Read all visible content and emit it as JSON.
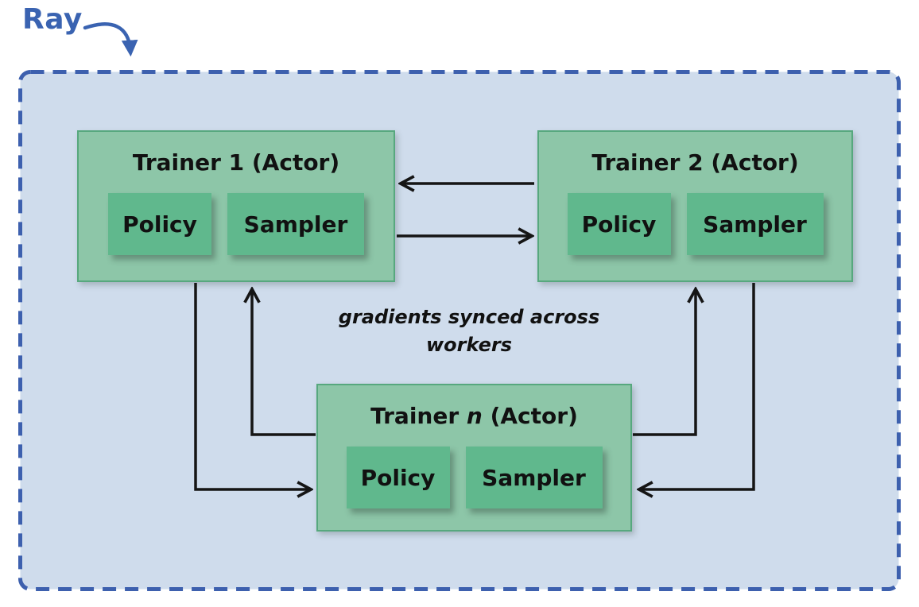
{
  "cluster": {
    "label": "Ray"
  },
  "annotation": {
    "lines": [
      "gradients synced across",
      "workers"
    ]
  },
  "trainers": [
    {
      "prefix": "Trainer ",
      "name": "1",
      "suffix": " (Actor)",
      "policy_label": "Policy",
      "sampler_label": "Sampler"
    },
    {
      "prefix": "Trainer ",
      "name": "2",
      "suffix": " (Actor)",
      "policy_label": "Policy",
      "sampler_label": "Sampler"
    },
    {
      "prefix": "Trainer ",
      "name": "n",
      "suffix": " (Actor)",
      "policy_label": "Policy",
      "sampler_label": "Sampler"
    }
  ],
  "colors": {
    "panel_fill": "#cfdcec",
    "panel_border": "#3d60ae",
    "trainer_fill": "#8dc6a8",
    "trainer_border": "#57a87e",
    "chip_fill": "#60b88d",
    "arrow": "#151515",
    "label_blue": "#3a63b1"
  }
}
